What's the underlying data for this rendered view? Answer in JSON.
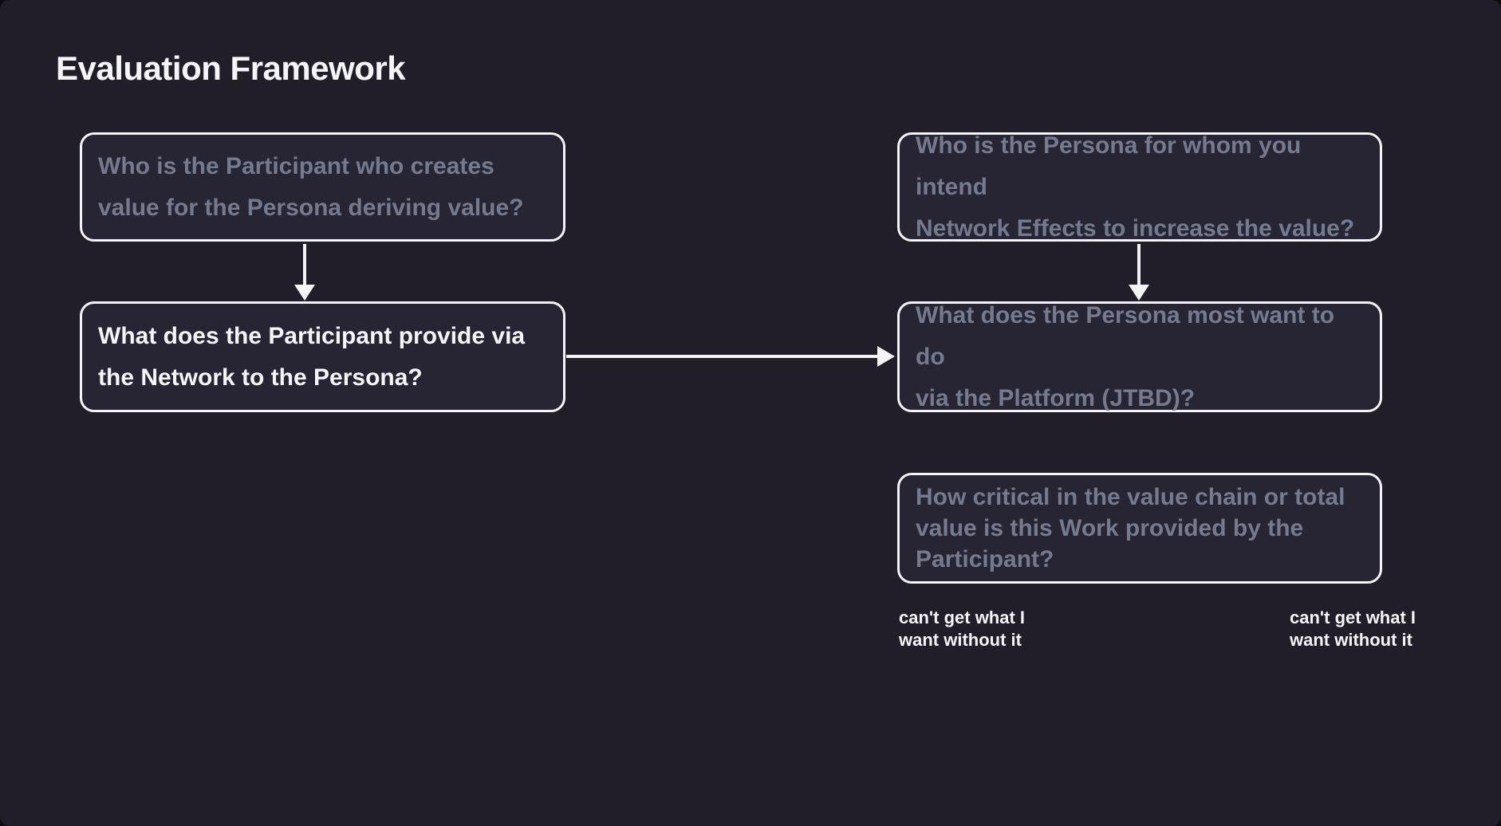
{
  "title": "Evaluation Framework",
  "colors": {
    "background": "#211E29",
    "box_fill": "#272433",
    "box_border": "#F4F4F6",
    "text_primary": "#F5F5F7",
    "text_muted": "#757A8F"
  },
  "nodes": [
    {
      "id": "participant-identity",
      "text": "Who is the Participant who creates\nvalue for the Persona deriving value?"
    },
    {
      "id": "participant-provides",
      "text": "What does the Participant provide via\nthe Network to the Persona?"
    },
    {
      "id": "persona-identity",
      "text": "Who is the Persona for whom you intend\nNetwork Effects to increase the value?"
    },
    {
      "id": "persona-jtbd",
      "text": "What does the Persona most want to do\nvia the Platform (JTBD)?"
    },
    {
      "id": "work-criticality",
      "text": "How critical in the value chain or total\nvalue is this Work provided by the\nParticipant?"
    }
  ],
  "scale": {
    "left_label": "can't get what I\nwant without it",
    "right_label": "can't get what I\nwant without it"
  }
}
